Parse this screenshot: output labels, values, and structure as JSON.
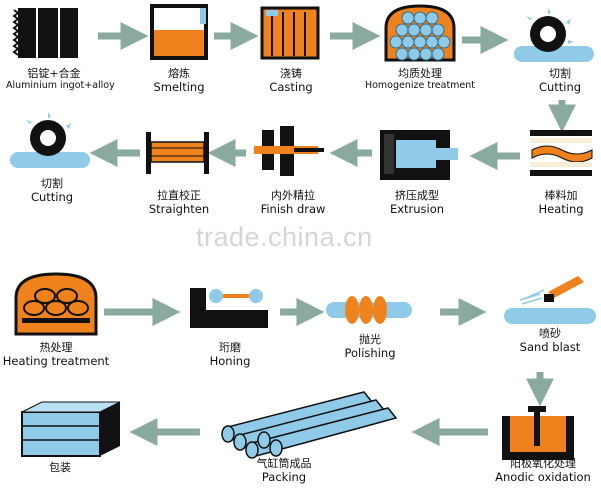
{
  "watermark": "trade.china.cn",
  "colors": {
    "orange": "#f0821e",
    "steel_blue": "#8fcbe8",
    "arrow_green": "#8aaaa0",
    "black": "#111111",
    "cream": "#f6eed8"
  },
  "steps": [
    {
      "zh": "铝锭+合金",
      "en": "Aluminium ingot+alloy",
      "icon": "ingot-icon"
    },
    {
      "zh": "熔炼",
      "en": "Smelting",
      "icon": "crucible-icon"
    },
    {
      "zh": "浇铸",
      "en": "Casting",
      "icon": "mold-icon"
    },
    {
      "zh": "均质处理",
      "en": "Homogenize treatment",
      "icon": "furnace-icon"
    },
    {
      "zh": "切割",
      "en": "Cutting",
      "icon": "saw-icon"
    },
    {
      "zh": "棒料加",
      "en": "Heating",
      "icon": "heater-icon"
    },
    {
      "zh": "挤压成型",
      "en": "Extrusion",
      "icon": "extruder-icon"
    },
    {
      "zh": "内外精拉",
      "en": "Finish draw",
      "icon": "draw-bench-icon"
    },
    {
      "zh": "拉直校正",
      "en": "Straighten",
      "icon": "straightener-icon"
    },
    {
      "zh": "切割",
      "en": "Cutting",
      "icon": "saw-icon"
    },
    {
      "zh": "热处理",
      "en": "Heating treatment",
      "icon": "oven-icon"
    },
    {
      "zh": "珩磨",
      "en": "Honing",
      "icon": "honing-icon"
    },
    {
      "zh": "抛光",
      "en": "Polishing",
      "icon": "polish-icon"
    },
    {
      "zh": "喷砂",
      "en": "Sand blast",
      "icon": "sandblast-icon"
    },
    {
      "zh": "阳极氧化处理",
      "en": "Anodic oxidation",
      "icon": "anodize-tank-icon"
    },
    {
      "zh": "气缸筒成品",
      "en": "Packing",
      "icon": "tubes-icon"
    },
    {
      "zh": "包装",
      "en": "",
      "icon": "package-icon"
    }
  ]
}
